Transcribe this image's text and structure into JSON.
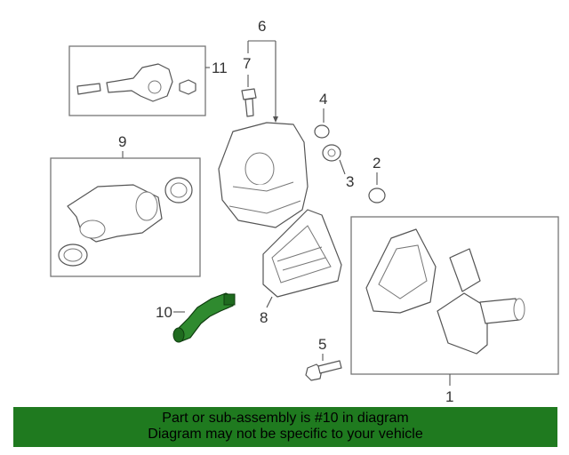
{
  "callouts": {
    "c1": "1",
    "c2": "2",
    "c3": "3",
    "c4": "4",
    "c5": "5",
    "c6": "6",
    "c7": "7",
    "c8": "8",
    "c9": "9",
    "c10": "10",
    "c11": "11"
  },
  "highlighted_part": "10",
  "colors": {
    "highlight": "#2f8a2f",
    "banner": "#1f7a1f"
  },
  "banner": {
    "line1": "Part or sub-assembly is #10 in diagram",
    "line2": "Diagram may not be specific to your vehicle"
  }
}
